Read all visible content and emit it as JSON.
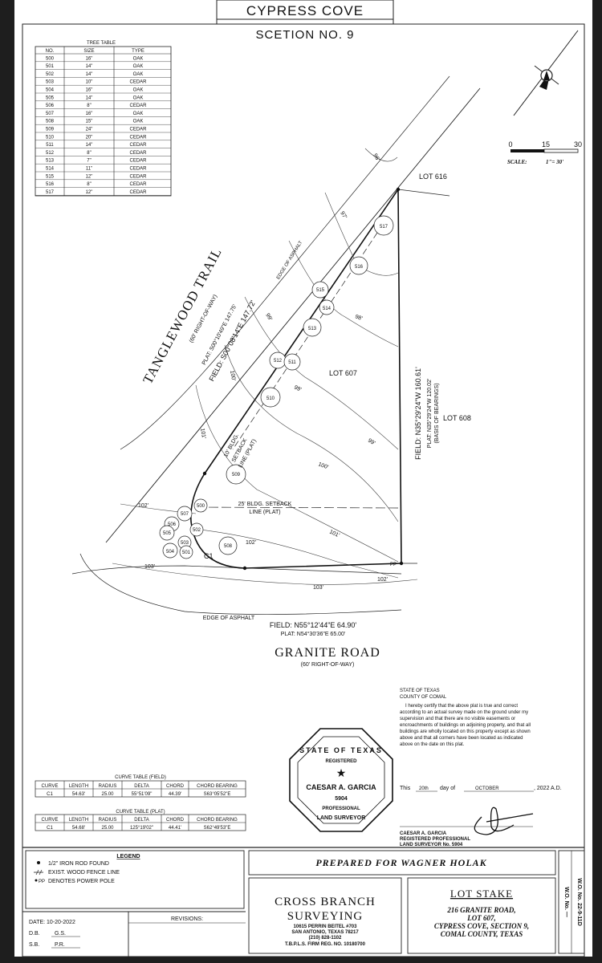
{
  "header": {
    "subdivision": "CYPRESS COVE",
    "section": "SCETION NO. 9"
  },
  "tree_table": {
    "title": "TREE TABLE",
    "columns": [
      "NO.",
      "SIZE",
      "TYPE"
    ],
    "rows": [
      [
        "500",
        "16\"",
        "OAK"
      ],
      [
        "501",
        "14\"",
        "OAK"
      ],
      [
        "502",
        "14\"",
        "OAK"
      ],
      [
        "503",
        "10\"",
        "CEDAR"
      ],
      [
        "504",
        "16\"",
        "OAK"
      ],
      [
        "505",
        "14\"",
        "OAK"
      ],
      [
        "506",
        "8\"",
        "CEDAR"
      ],
      [
        "507",
        "16\"",
        "OAK"
      ],
      [
        "508",
        "15\"",
        "OAK"
      ],
      [
        "509",
        "24\"",
        "CEDAR"
      ],
      [
        "510",
        "20\"",
        "CEDAR"
      ],
      [
        "511",
        "14\"",
        "CEDAR"
      ],
      [
        "512",
        "8\"",
        "CEDAR"
      ],
      [
        "513",
        "7\"",
        "CEDAR"
      ],
      [
        "514",
        "11\"",
        "CEDAR"
      ],
      [
        "515",
        "12\"",
        "CEDAR"
      ],
      [
        "516",
        "8\"",
        "CEDAR"
      ],
      [
        "517",
        "12\"",
        "CEDAR"
      ]
    ]
  },
  "scale": {
    "ticks": [
      "0",
      "15",
      "30"
    ],
    "label": "SCALE:",
    "value": "1\"= 30'"
  },
  "map": {
    "street_west": "TANGLEWOOD TRAIL",
    "street_west_row": "(60' RIGHT-OF-WAY)",
    "plat_west": "PLAT: S00°10'49\"E 147.75'",
    "field_west": "FIELD: S00°08'14\"E 147.72'",
    "edge_asphalt_top": "EDGE OF ASPHALT",
    "edge_asphalt_bottom": "EDGE OF ASPHALT",
    "lot_616": "LOT 616",
    "lot_607": "LOT 607",
    "lot_608": "LOT 608",
    "field_east": "FIELD: N35°29'24\"W 160.61'",
    "plat_east": "PLAT: N35°29'24\"W 120.02'",
    "basis_east": "(BASIS OF BEARINGS)",
    "setback_side_1": "10' BLDG.",
    "setback_side_2": "SETBACK",
    "setback_side_3": "LINE (PLAT)",
    "setback_front_1": "25' BLDG. SETBACK",
    "setback_front_2": "LINE (PLAT)",
    "curve_label": "C1",
    "field_south": "FIELD: N55°12'44\"E 64.90'",
    "plat_south": "PLAT: N54°30'36\"E 65.00'",
    "street_south": "GRANITE ROAD",
    "street_south_row": "(60' RIGHT-OF-WAY)",
    "contours": [
      "96'",
      "97'",
      "98'",
      "99'",
      "99'",
      "99'",
      "100'",
      "100'",
      "101'",
      "101'",
      "102'",
      "102'",
      "102'",
      "103'",
      "103'"
    ],
    "trees": [
      "500",
      "501",
      "502",
      "503",
      "504",
      "505",
      "506",
      "507",
      "508",
      "509",
      "510",
      "511",
      "512",
      "513",
      "514",
      "515",
      "516",
      "517"
    ],
    "power_pole": "PP"
  },
  "certification": {
    "state": "STATE OF TEXAS",
    "county": "COUNTY OF COMAL",
    "lines": [
      "I hereby certify that the above plat is true and correct",
      "according to an actual survey made on the ground under my",
      "supervision and that there are no visible easements or",
      "encroachments of buildings on adjoining property, and that all",
      "buildings are wholly located on this property except as shown",
      "above and that all corners have been located as indicated",
      "above on the date on this plat."
    ],
    "date_this": "This",
    "date_day": "20th",
    "date_dayof": "day of",
    "date_month": "OCTOBER",
    "date_year": ", 2022 A.D.",
    "surveyor_name": "CAESAR A. GARCIA",
    "surveyor_title": "REGISTERED PROFESSIONAL",
    "surveyor_license": "LAND SURVEYOR No. 5904"
  },
  "seal": {
    "top": "STATE OF TEXAS",
    "registered": "REGISTERED",
    "name": "CAESAR A. GARCIA",
    "number": "5904",
    "professional": "PROFESSIONAL",
    "land_surveyor": "LAND SURVEYOR"
  },
  "curve_field": {
    "title": "CURVE TABLE (FIELD)",
    "columns": [
      "CURVE",
      "LENGTH",
      "RADIUS",
      "DELTA",
      "CHORD",
      "CHORD BEARING"
    ],
    "row": [
      "C1",
      "54.63'",
      "25.00",
      "55°51'09\"",
      "44.39'",
      "S63°05'52\"E"
    ]
  },
  "curve_plat": {
    "title": "CURVE TABLE (PLAT)",
    "columns": [
      "CURVE",
      "LENGTH",
      "RADIUS",
      "DELTA",
      "CHORD",
      "CHORD BEARING"
    ],
    "row": [
      "C1",
      "54.68'",
      "25.00",
      "125°19'02\"",
      "44.41'",
      "S62°49'53\"E"
    ]
  },
  "legend": {
    "title": "LEGEND",
    "items": [
      "1/2\" IRON ROD FOUND",
      "EXIST. WOOD FENCE LINE",
      "DENOTES POWER POLE"
    ],
    "pp_symbol": "PP"
  },
  "title_block": {
    "prepared_for": "PREPARED FOR WAGNER HOLAK",
    "company_1": "CROSS BRANCH",
    "company_2": "SURVEYING",
    "address_1": "10615 PERRIN BEITEL #703",
    "address_2": "SAN ANTONIO, TEXAS 78217",
    "phone": "(210) 828-1102",
    "firm": "T.B.P.L.S. FIRM REG. NO. 10180700",
    "job_title": "LOT STAKE",
    "job_1": "216 GRANITE ROAD,",
    "job_2": "LOT 607,",
    "job_3": "CYPRESS COVE, SECTION 9,",
    "job_4": "COMAL COUNTY, TEXAS",
    "wo_1": "W.O. No. 22-9-11D",
    "wo_2": "W.O. No. —",
    "date": "DATE: 10-20-2022",
    "db": "D.B.",
    "db_val": "G.S.",
    "sb": "S.B.",
    "sb_val": "P.R.",
    "revisions": "REVISIONS:"
  }
}
